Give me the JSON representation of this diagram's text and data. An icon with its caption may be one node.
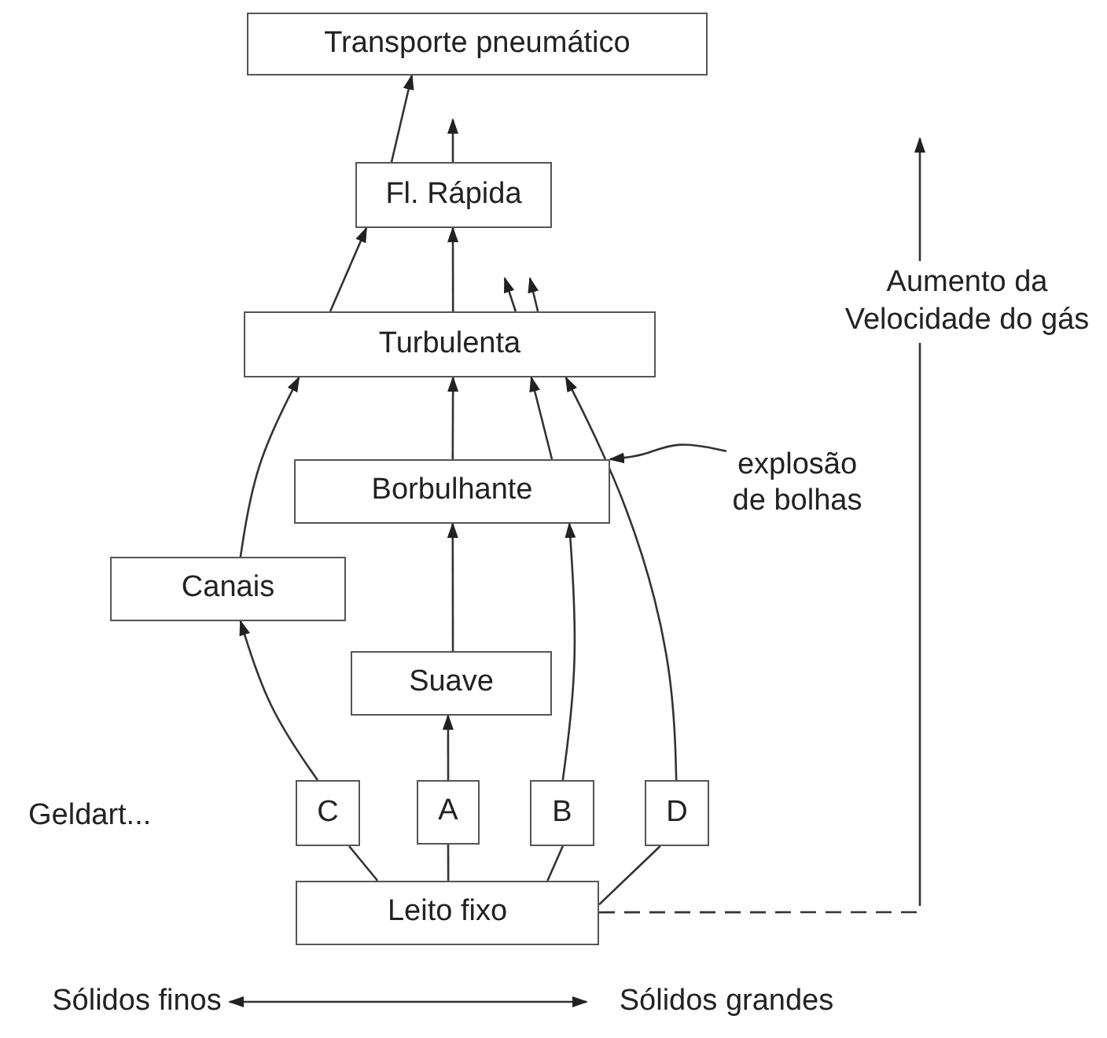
{
  "diagram": {
    "nodes": [
      {
        "text": [
          "Transporte pneumático"
        ]
      },
      {
        "text": [
          "Fl. Rápida"
        ]
      },
      {
        "text": [
          "Turbulenta"
        ]
      },
      {
        "text": [
          "Borbulhante"
        ]
      },
      {
        "text": [
          "Canais"
        ]
      },
      {
        "text": [
          "Suave"
        ]
      },
      {
        "text": [
          "C"
        ]
      },
      {
        "text": [
          "A"
        ]
      },
      {
        "text": [
          "B"
        ]
      },
      {
        "text": [
          "D"
        ]
      },
      {
        "text": [
          "Leito fixo"
        ]
      },
      {
        "text": [
          "explosão de bolhas"
        ]
      },
      {
        "text": [
          "Sólidos finos"
        ]
      },
      {
        "text": [
          "Sólidos grandes"
        ]
      }
    ],
    "edges": [
      {
        "from": 1,
        "to": 0,
        "arrow": "to"
      },
      {
        "from": 1,
        "to": null,
        "arrow": "to"
      },
      {
        "from": 2,
        "to": 1,
        "arrow": "to"
      },
      {
        "from": 2,
        "to": 1,
        "arrow": "to"
      },
      {
        "from": 2,
        "to": null,
        "arrow": "to"
      },
      {
        "from": 2,
        "to": null,
        "arrow": "to"
      },
      {
        "from": 3,
        "to": 2,
        "arrow": "to"
      },
      {
        "from": 3,
        "to": 2,
        "arrow": "to"
      },
      {
        "from": 9,
        "to": 2,
        "arrow": "to"
      },
      {
        "from": 4,
        "to": 2,
        "arrow": "to"
      },
      {
        "from": 5,
        "to": 3,
        "arrow": "to"
      },
      {
        "from": 8,
        "to": 3,
        "arrow": "to"
      },
      {
        "from": 6,
        "to": 4,
        "arrow": "to"
      },
      {
        "from": 7,
        "to": 5,
        "arrow": "to"
      },
      {
        "from": 10,
        "to": 6,
        "arrow": "none"
      },
      {
        "from": 10,
        "to": 7,
        "arrow": "none"
      },
      {
        "from": 10,
        "to": 8,
        "arrow": "none"
      },
      {
        "from": 10,
        "to": 9,
        "arrow": "none"
      },
      {
        "from": 11,
        "to": 3,
        "arrow": "to"
      },
      {
        "from": 10,
        "to": null,
        "arrow": "to",
        "label": "Aumento da Velocidade do gás",
        "style": "dashed"
      },
      {
        "from": 12,
        "to": 13,
        "arrow": "both"
      }
    ],
    "labels": [
      "Geldart..."
    ]
  }
}
